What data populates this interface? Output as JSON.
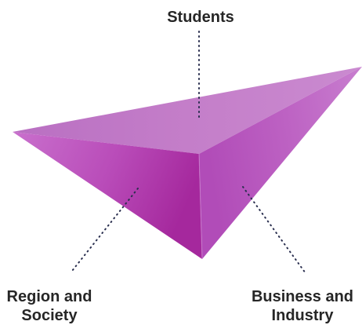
{
  "labels": {
    "top": "Students",
    "left_line1": "Region and",
    "left_line2": "Society",
    "right_line1": "Business and",
    "right_line2": "Industry"
  },
  "colors": {
    "top_face": "#c47ec9",
    "left_face_light": "#c56ac9",
    "left_face_dark": "#a8299f",
    "right_face_light": "#b451bc",
    "right_face_dark": "#c777cd",
    "leader_line": "#2a2f4f"
  }
}
